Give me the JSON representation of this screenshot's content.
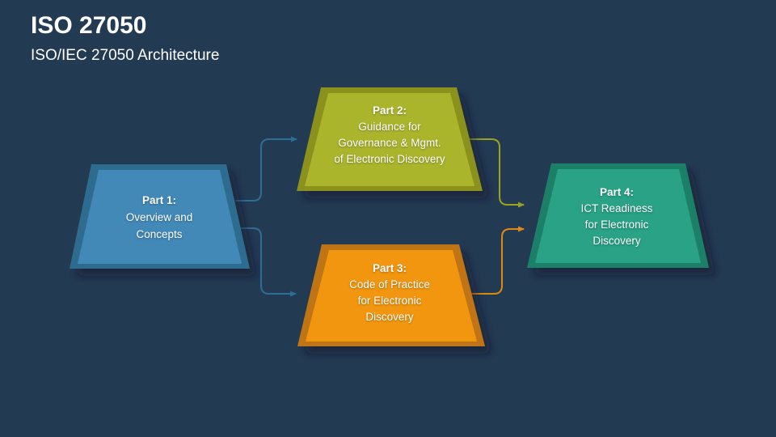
{
  "slide": {
    "title": "ISO 27050",
    "subtitle": "ISO/IEC 27050 Architecture",
    "background": "#233A53",
    "text_color": "#FFFFFF"
  },
  "nodes": [
    {
      "id": "part-1",
      "heading": "Part 1:",
      "lines": [
        "Overview and",
        "Concepts"
      ],
      "fill": "#4289B8",
      "border": "#2D6C8F"
    },
    {
      "id": "part-2",
      "heading": "Part 2:",
      "lines": [
        "Guidance for",
        "Governance & Mgmt.",
        "of Electronic Discovery"
      ],
      "fill": "#AAB52C",
      "border": "#8A911E"
    },
    {
      "id": "part-3",
      "heading": "Part 3:",
      "lines": [
        "Code of Practice",
        "for Electronic",
        "Discovery"
      ],
      "fill": "#F2960F",
      "border": "#BF7513"
    },
    {
      "id": "part-4",
      "heading": "Part 4:",
      "lines": [
        "ICT Readiness",
        "for Electronic",
        "Discovery"
      ],
      "fill": "#29A285",
      "border": "#1F8069"
    }
  ],
  "connectors": [
    {
      "id": "part1-to-part2",
      "color": "#2E6D96"
    },
    {
      "id": "part1-to-part3",
      "color": "#2E6D96"
    },
    {
      "id": "part2-to-part4",
      "color": "#9AA21E"
    },
    {
      "id": "part3-to-part4",
      "color": "#DD8A12"
    }
  ]
}
